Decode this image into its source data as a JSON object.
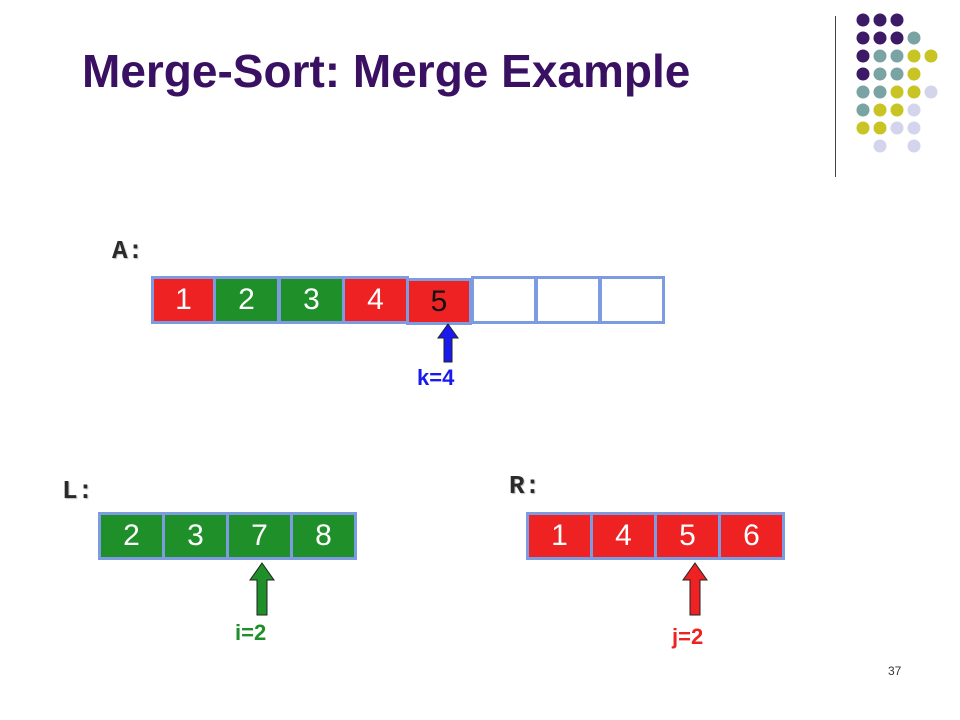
{
  "slide": {
    "title": "Merge-Sort: Merge Example",
    "page_number": "37"
  },
  "colors": {
    "title": "#3a1063",
    "red": "#ee2222",
    "green": "#1f8f2a",
    "cell_border": "#7c9be0",
    "arrow_blue": "#1a1aee",
    "arrow_green": "#1f8f2a",
    "arrow_red": "#ee2222",
    "dot_purple": "#3d1a66",
    "dot_teal": "#7aa3a3",
    "dot_olive": "#c8c424",
    "dot_lavender": "#d4d4ec"
  },
  "array_a": {
    "label": "A:",
    "cells": [
      "1",
      "2",
      "3",
      "4",
      "5",
      "",
      "",
      ""
    ],
    "pointer": "k=4"
  },
  "array_l": {
    "label": "L:",
    "cells": [
      "2",
      "3",
      "7",
      "8"
    ],
    "pointer": "i=2"
  },
  "array_r": {
    "label": "R:",
    "cells": [
      "1",
      "4",
      "5",
      "6"
    ],
    "pointer": "j=2"
  }
}
